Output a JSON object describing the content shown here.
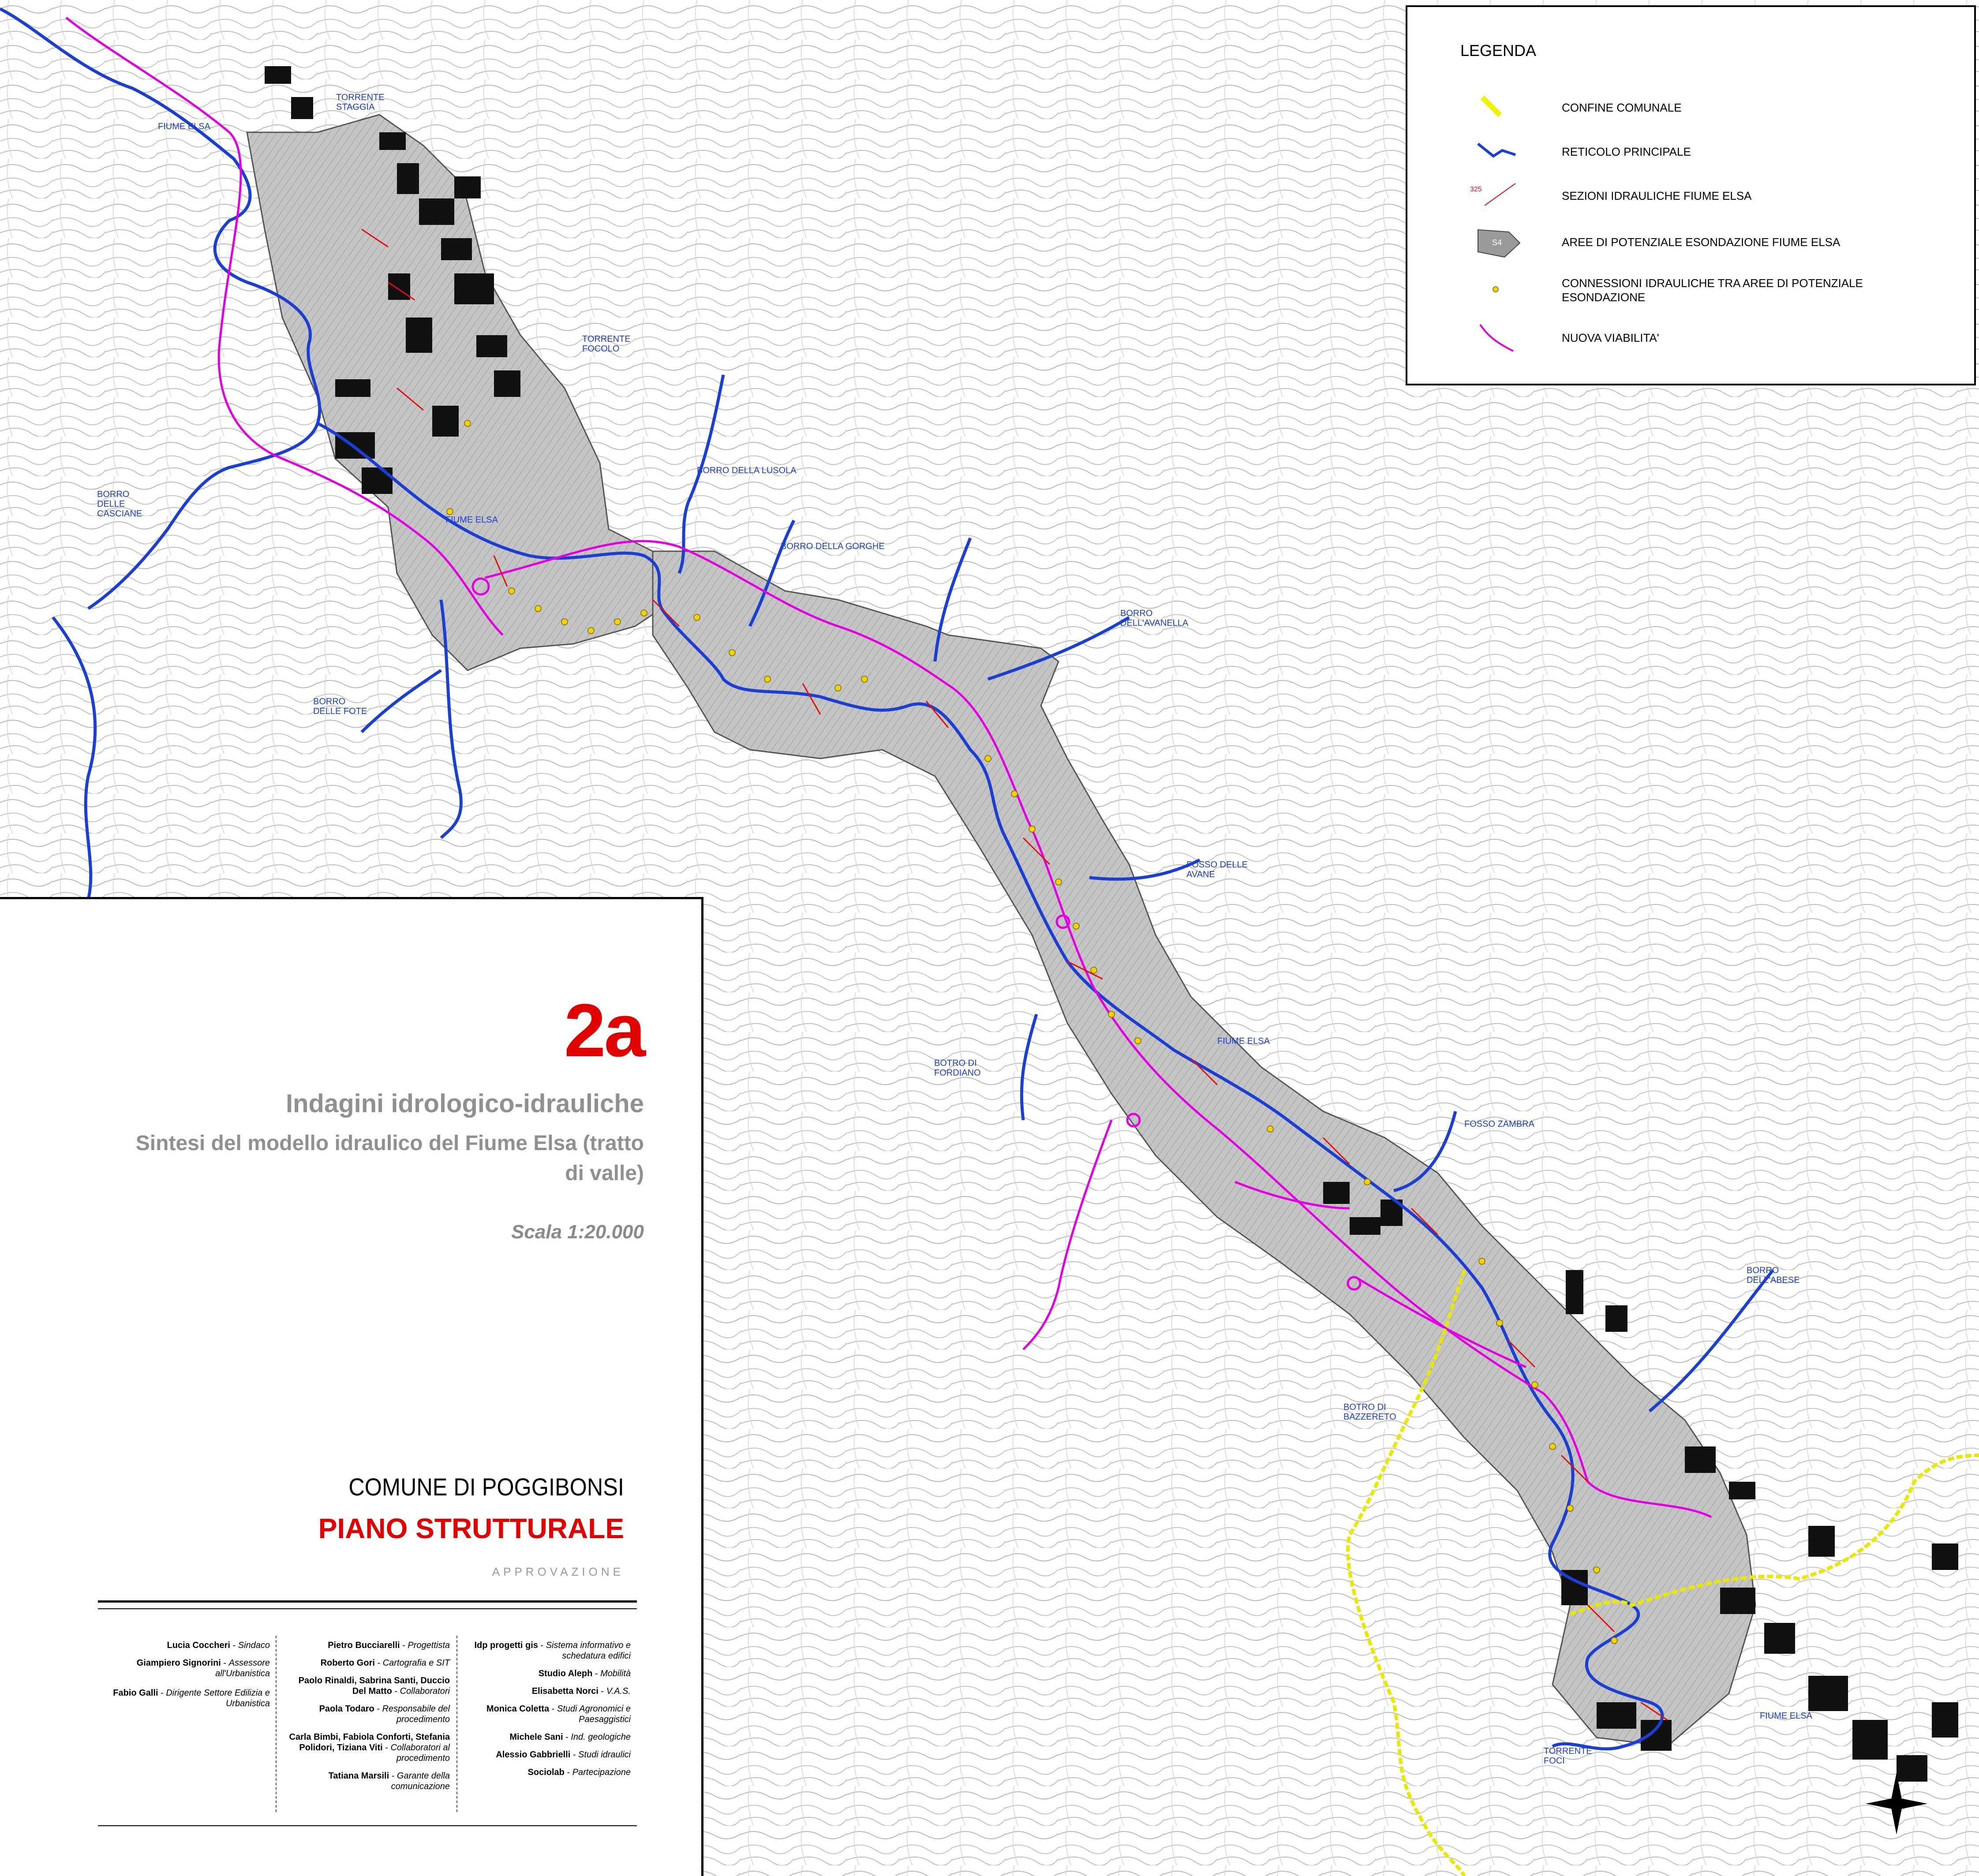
{
  "map": {
    "colors": {
      "water": "#1a3fd1",
      "road": "#e200e2",
      "section": "#e01010",
      "flood": "#c0c0c0",
      "boundary": "#e8e800",
      "node": "#f2d200"
    },
    "labels": [
      "FIUME ELSA",
      "TORRENTE STAGGIA",
      "TORRENTE FOCOLO",
      "FIUME ELSA",
      "BORRO DELLA LUSOLA",
      "BORRO DELLA GORGHE",
      "BORRO DELLE CASCIANE",
      "BORRO DELL'AVANELLA",
      "BORRO DELLE FOTE",
      "FOSSO DELLE AVANE",
      "FIUME ELSA",
      "BOTRO DI FORDIANO",
      "FOSSO ZAMBRA",
      "BORRO DELL'ABESE",
      "BOTRO DI BAZZERETO",
      "FIUME ELSA",
      "TORRENTE FOCI"
    ]
  },
  "legend": {
    "title": "LEGENDA",
    "items": [
      {
        "label": "CONFINE COMUNALE"
      },
      {
        "label": "RETICOLO PRINCIPALE"
      },
      {
        "label": "SEZIONI IDRAULICHE FIUME ELSA",
        "symbol_text": "325"
      },
      {
        "label": "AREE DI POTENZIALE ESONDAZIONE FIUME ELSA",
        "symbol_text": "S4"
      },
      {
        "label": "CONNESSIONI IDRAULICHE TRA AREE DI POTENZIALE ESONDAZIONE"
      },
      {
        "label": "NUOVA VIABILITA'"
      }
    ]
  },
  "panel": {
    "number": "2a",
    "title": "Indagini idrologico-idrauliche",
    "subtitle": "Sintesi del modello idraulico del Fiume Elsa (tratto di valle)",
    "scale": "Scala 1:20.000",
    "comune": "COMUNE DI POGGIBONSI",
    "piano": "PIANO STRUTTURALE",
    "stage": "APPROVAZIONE",
    "credits": {
      "col1": [
        {
          "name": "Lucia Coccheri",
          "role": "Sindaco"
        },
        {
          "name": "Giampiero Signorini",
          "role": "Assessore all'Urbanistica"
        },
        {
          "name": "Fabio Galli",
          "role": "Dirigente Settore Edilizia e Urbanistica"
        }
      ],
      "col2": [
        {
          "name": "Pietro Bucciarelli",
          "role": "Progettista"
        },
        {
          "name": "Roberto Gori",
          "role": "Cartografia e SIT"
        },
        {
          "name": "Paolo Rinaldi, Sabrina Santi, Duccio Del Matto",
          "role": "Collaboratori"
        },
        {
          "name": "Paola Todaro",
          "role": "Responsabile del procedimento"
        },
        {
          "name": "Carla Bimbi, Fabiola Conforti, Stefania Polidori, Tiziana Viti",
          "role": "Collaboratori al procedimento"
        },
        {
          "name": "Tatiana Marsili",
          "role": "Garante della comunicazione"
        }
      ],
      "col3": [
        {
          "name": "Idp progetti gis",
          "role": "Sistema informativo e schedatura edifici"
        },
        {
          "name": "Studio Aleph",
          "role": "Mobilità"
        },
        {
          "name": "Elisabetta Norci",
          "role": "V.A.S."
        },
        {
          "name": "Monica Coletta",
          "role": "Studi Agronomici e Paesaggistici"
        },
        {
          "name": "Michele Sani",
          "role": "Ind. geologiche"
        },
        {
          "name": "Alessio Gabbrielli",
          "role": "Studi idraulici"
        },
        {
          "name": "Sociolab",
          "role": "Partecipazione"
        }
      ]
    }
  }
}
